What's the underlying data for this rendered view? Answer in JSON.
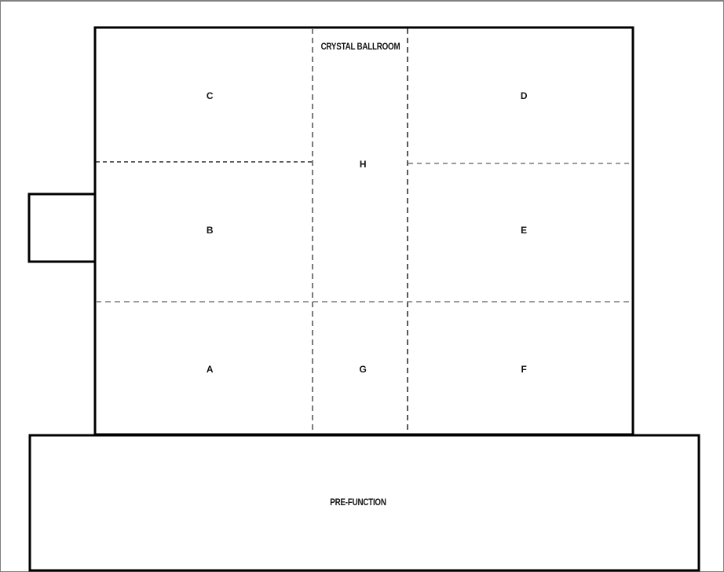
{
  "diagram": {
    "type": "floor-plan",
    "title": "CRYSTAL BALLROOM",
    "colors": {
      "wall": "#000000",
      "divider": "#000000",
      "divider_alt": "#808080",
      "frame": "#808080",
      "background": "#ffffff",
      "text": "#111111"
    },
    "rooms": [
      {
        "id": "C",
        "label": "C"
      },
      {
        "id": "D",
        "label": "D"
      },
      {
        "id": "H",
        "label": "H"
      },
      {
        "id": "B",
        "label": "B"
      },
      {
        "id": "E",
        "label": "E"
      },
      {
        "id": "A",
        "label": "A"
      },
      {
        "id": "G",
        "label": "G"
      },
      {
        "id": "F",
        "label": "F"
      }
    ],
    "prefunction": {
      "label": "PRE-FUNCTION"
    }
  }
}
